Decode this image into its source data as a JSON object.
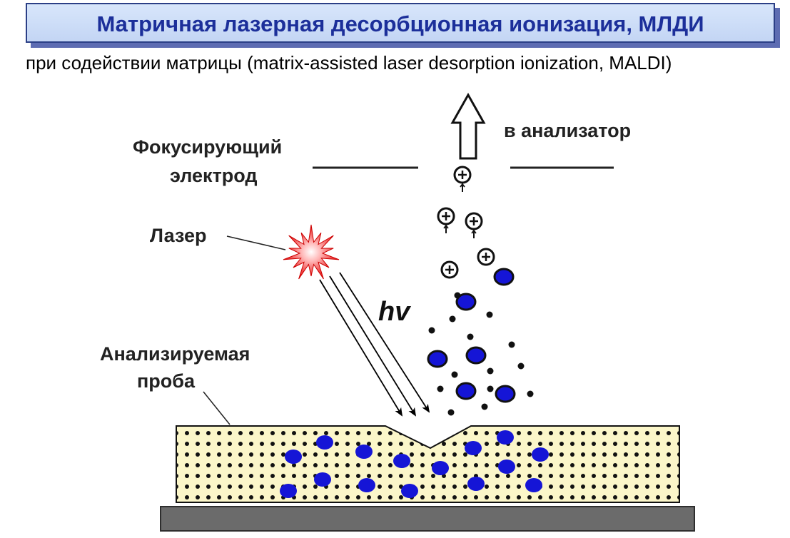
{
  "header": {
    "title": "Матричная лазерная десорбционная ионизация, МЛДИ",
    "subtitle": "при содействии  матрицы (matrix-assisted laser desorption ionization, MALDI)"
  },
  "labels": {
    "analyzer": "в анализатор",
    "electrode_line1": "Фокусирующий",
    "electrode_line2": "электрод",
    "laser": "Лазер",
    "photon": "hv",
    "sample_line1": "Анализируемая",
    "sample_line2": "проба"
  },
  "colors": {
    "title_text": "#1c2f9a",
    "title_bg": "#cfdff8",
    "matrix_bg": "#fbf6c9",
    "analyte": "#1515d6",
    "substrate": "#6b6b6b",
    "laser": "#ee1c1c"
  },
  "icons": [
    "up-arrow-icon",
    "laser-burst-icon",
    "positive-ion-icon",
    "analyte-molecule-icon",
    "matrix-particle-icon"
  ]
}
